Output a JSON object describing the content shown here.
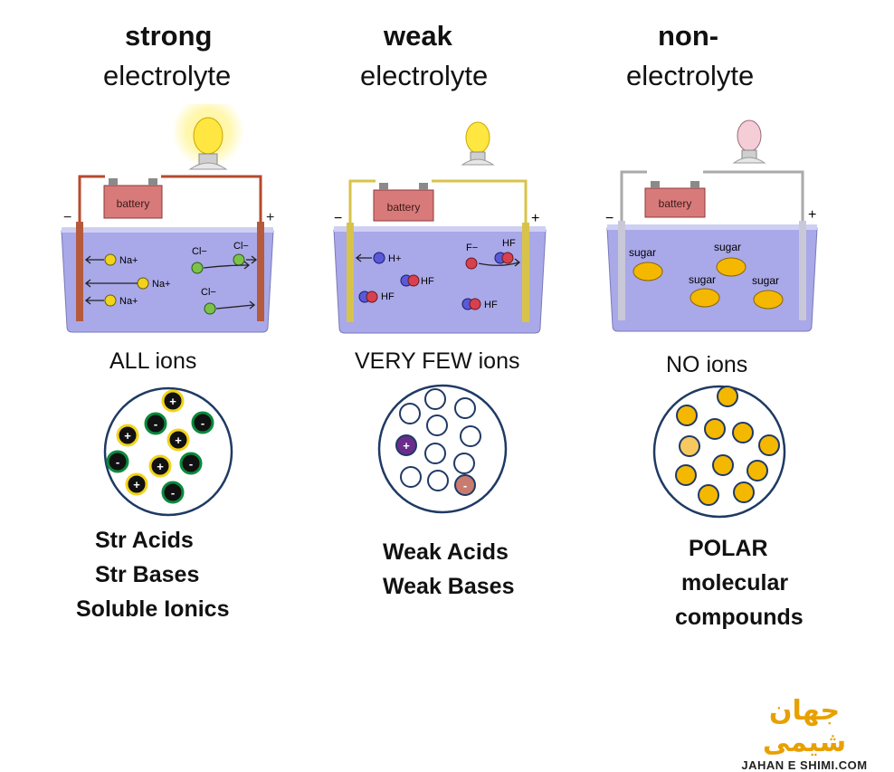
{
  "columns": [
    {
      "title_line1": "strong",
      "title_line2": "electrolyte",
      "battery_label": "battery",
      "minus": "−",
      "plus": "+",
      "particle_labels": [
        "Na+",
        "Na+",
        "Na+",
        "Cl−",
        "Cl−",
        "Cl−"
      ],
      "ion_count_label": "ALL ions",
      "examples": [
        "Str Acids",
        "Str Bases",
        "Soluble Ionics"
      ]
    },
    {
      "title_line1": "weak",
      "title_line2": "electrolyte",
      "battery_label": "battery",
      "minus": "−",
      "plus": "+",
      "particle_labels": [
        "H+",
        "HF",
        "F−",
        "HF",
        "HF",
        "HF"
      ],
      "ion_count_label": "VERY FEW ions",
      "examples": [
        "Weak Acids",
        "Weak Bases"
      ]
    },
    {
      "title_line1": "non-",
      "title_line2": "electrolyte",
      "battery_label": "battery",
      "minus": "−",
      "plus": "+",
      "particle_labels": [
        "sugar",
        "sugar",
        "sugar",
        "sugar"
      ],
      "ion_count_label": "NO ions",
      "examples": [
        "POLAR",
        "molecular",
        "compounds"
      ]
    }
  ],
  "circle_signs": {
    "plus": "+",
    "minus": "-"
  },
  "logo": {
    "persian": "جهان شیمی",
    "latin": "JAHAN E SHIMI.COM"
  },
  "colors": {
    "solution": "#a9a8e8",
    "plus_ion": "#f2d31b",
    "minus_ion": "#0a8a3c",
    "weak_plus": "#6a2d8c",
    "weak_minus": "#c87b6e",
    "sugar": "#f5b800",
    "circle_edge": "#1f3a64"
  }
}
